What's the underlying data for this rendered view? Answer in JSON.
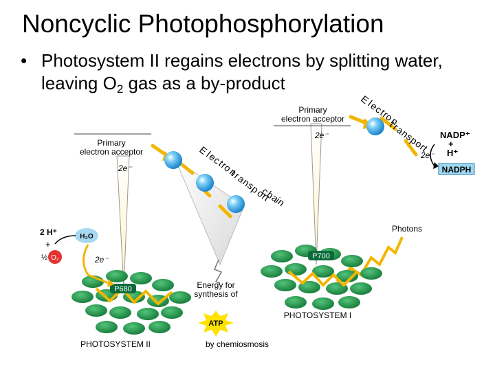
{
  "title": "Noncyclic Photophosphorylation",
  "bullet": {
    "line1": "Photosystem II regains electrons by splitting water,",
    "line2_prefix": "leaving O",
    "line2_sub": "2",
    "line2_suffix": " gas as a by-product"
  },
  "labels": {
    "primary_acceptor": "Primary",
    "primary_acceptor_2": "electron acceptor",
    "two_e": "2e⁻",
    "etc1_chars": [
      "E",
      "l",
      "e",
      "c",
      "t",
      "r",
      "o",
      "n",
      " ",
      "t",
      "r",
      "a",
      "n",
      "s",
      "p",
      "o",
      "r",
      "t",
      " ",
      "c",
      "h",
      "a",
      "i",
      "n"
    ],
    "etc2_chars": [
      "E",
      "l",
      "e",
      "c",
      "t",
      "r",
      "o",
      "n",
      " ",
      "t",
      "r",
      "a",
      "n",
      "s",
      "p",
      "o",
      "r",
      "t"
    ],
    "nadp_plus": "NADP⁺",
    "plus": "+",
    "h_plus": "H⁺",
    "nadph": "NADPH",
    "photons": "Photons",
    "p700": "P700",
    "p680": "P680",
    "h2o": "H₂O",
    "two_h": "2 H⁺",
    "half": "½",
    "o2": "O₂",
    "energy_1": "Energy for",
    "energy_2": "synthesis of",
    "atp": "ATP",
    "chemiosmosis": "by chemiosmosis",
    "ps1": "PHOTOSYSTEM I",
    "ps2": "PHOTOSYSTEM II"
  },
  "colors": {
    "chlorophyll": "#1f9a4a",
    "carrier": "#2aa7ea",
    "arrow": "#f2b600",
    "pcenter": "#0b6a3a",
    "o2": "#e3342f",
    "atp": "#ffe300",
    "nadph_box": "#9fd8ef"
  },
  "icons": [
    "water-molecule-icon",
    "oxygen-icon",
    "lightning-icon",
    "atp-starburst-icon",
    "photon-zigzag-icon"
  ]
}
